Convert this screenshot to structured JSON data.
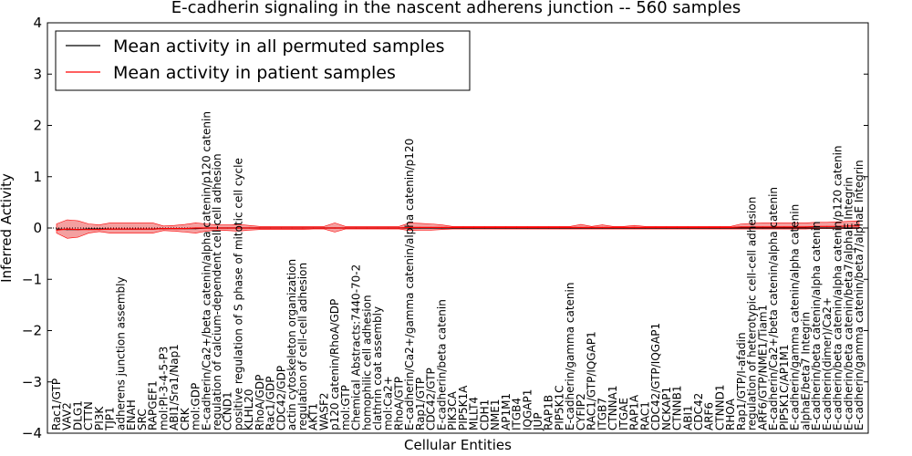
{
  "chart_data": {
    "type": "line",
    "title": "E-cadherin signaling in the nascent adherens junction -- 560 samples",
    "xlabel": "Cellular Entities",
    "ylabel": "Inferred Activity",
    "ylim": [
      -4,
      4
    ],
    "yticks": [
      -4,
      -3,
      -2,
      -1,
      0,
      1,
      2,
      3,
      4
    ],
    "grid": false,
    "legend_position": "top-left",
    "colors": {
      "permuted": "#000000",
      "patient": "#ff0000",
      "band": "#f08080"
    },
    "categories": [
      "Rac1/GTP",
      "VAV2",
      "DLG1",
      "CTTN",
      "PI3K",
      "TJP1",
      "adherens junction assembly",
      "ENAH",
      "SRC",
      "RAPGEF1",
      "mol:PI-3-4-5-P3",
      "ABI1/Sra1/Nap1",
      "CRK",
      "mol:GDP",
      "E-cadherin/Ca2+/beta catenin/alpha catenin/p120 catenin",
      "regulation of calcium-dependent cell-cell adhesion",
      "CCND1",
      "positive regulation of S phase of mitotic cell cycle",
      "KLHL20",
      "RhoA/GDP",
      "Rac1/GDP",
      "CDC42/GDP",
      "actin cytoskeleton organization",
      "regulation of cell-cell adhesion",
      "AKT1",
      "WASF2",
      "p120 catenin/RhoA/GDP",
      "mol:GTP",
      "Chemical Abstracts:7440-70-2",
      "homophilic cell adhesion",
      "clathrin coat assembly",
      "mol:Ca2+",
      "RhoA/GTP",
      "E-cadherin/Ca2+/gamma catenin/alpha catenin/p120",
      "Rap1/GTP",
      "CDC42/GTP",
      "E-cadherin/beta catenin",
      "PIK3CA",
      "PIP5K1A",
      "MLLT4",
      "CDH1",
      "NME1",
      "AP1M1",
      "ITGB4",
      "IQGAP1",
      "JUP",
      "RAP1B",
      "PIP5K1C",
      "E-cadherin/gamma catenin",
      "CYFIP2",
      "RAC1/GTP/IQGAP1",
      "ITGB7",
      "CTNNA1",
      "ITGAE",
      "RAP1A",
      "RAC1",
      "CDC42/GTP/IQGAP1",
      "NCKAP1",
      "CTNNB1",
      "ABI1",
      "CDC42",
      "ARF6",
      "CTNND1",
      "RHOA",
      "Rap1/GTP/I-afadin",
      "regulation of heterotypic cell-cell adhesion",
      "ARF6/GTP/NME1/Tiam1",
      "E-cadherin/Ca2+/beta catenin/alpha catenin",
      "PIP5K1C/AP1M1",
      "E-cadherin/gamma catenin/alpha catenin",
      "alphaE/beta7 Integrin",
      "E-cadherin/beta catenin/alpha catenin",
      "E-cadherin(dimer)/Ca2+",
      "E-cadherin/beta catenin/alpha catenin/p120 catenin",
      "E-cadherin/beta catenin/beta7/alphaE Integrin",
      "E-cadherin/gamma catenin/beta7/alphaE Integrin"
    ],
    "series": [
      {
        "name": "Mean activity in all permuted samples",
        "values": [
          -0.02,
          -0.03,
          -0.03,
          -0.02,
          -0.02,
          -0.02,
          -0.02,
          -0.02,
          -0.02,
          -0.02,
          -0.01,
          -0.01,
          -0.01,
          -0.01,
          0.0,
          0.0,
          0.0,
          0.0,
          0.0,
          0.0,
          0.0,
          0.0,
          0.0,
          0.0,
          0.0,
          0.0,
          0.0,
          0.0,
          0.0,
          0.0,
          0.0,
          0.0,
          0.0,
          0.0,
          0.0,
          0.0,
          0.0,
          0.0,
          0.0,
          0.0,
          0.0,
          0.0,
          0.0,
          0.0,
          0.0,
          0.0,
          0.0,
          0.0,
          0.0,
          0.0,
          0.0,
          0.0,
          0.0,
          0.0,
          0.0,
          0.0,
          0.0,
          0.0,
          0.0,
          0.0,
          0.0,
          0.0,
          0.0,
          0.0,
          0.0,
          0.0,
          0.0,
          0.0,
          0.0,
          0.0,
          0.0,
          0.0,
          0.0,
          0.0,
          0.0,
          0.0
        ]
      },
      {
        "name": "Mean activity in patient samples",
        "values": [
          -0.04,
          -0.02,
          -0.03,
          -0.03,
          -0.03,
          -0.02,
          -0.02,
          -0.02,
          -0.02,
          -0.02,
          -0.01,
          -0.01,
          -0.01,
          0.0,
          0.0,
          0.0,
          0.0,
          0.0,
          0.0,
          0.0,
          0.0,
          0.0,
          0.0,
          0.0,
          0.0,
          0.0,
          0.0,
          0.0,
          0.0,
          0.0,
          0.0,
          0.0,
          0.0,
          0.01,
          0.01,
          0.01,
          0.01,
          0.01,
          0.01,
          0.01,
          0.01,
          0.01,
          0.01,
          0.01,
          0.01,
          0.01,
          0.01,
          0.01,
          0.01,
          0.01,
          0.01,
          0.01,
          0.01,
          0.01,
          0.01,
          0.01,
          0.01,
          0.01,
          0.01,
          0.01,
          0.01,
          0.01,
          0.01,
          0.01,
          0.02,
          0.02,
          0.02,
          0.02,
          0.02,
          0.02,
          0.02,
          0.03,
          0.03,
          0.03,
          0.04,
          0.04
        ],
        "lower": [
          -0.1,
          -0.2,
          -0.18,
          -0.1,
          -0.07,
          -0.1,
          -0.1,
          -0.1,
          -0.1,
          -0.1,
          -0.05,
          -0.06,
          -0.08,
          -0.1,
          -0.06,
          -0.04,
          -0.05,
          -0.06,
          -0.04,
          -0.03,
          -0.03,
          -0.03,
          -0.03,
          -0.03,
          -0.02,
          -0.02,
          -0.08,
          -0.02,
          -0.02,
          -0.02,
          -0.02,
          -0.02,
          -0.02,
          -0.05,
          -0.04,
          -0.04,
          -0.03,
          -0.02,
          -0.02,
          -0.02,
          -0.02,
          -0.02,
          -0.02,
          -0.02,
          -0.02,
          -0.02,
          -0.02,
          -0.02,
          -0.02,
          -0.02,
          -0.02,
          -0.02,
          -0.02,
          -0.02,
          -0.02,
          -0.02,
          -0.02,
          -0.02,
          -0.02,
          -0.02,
          -0.02,
          -0.02,
          -0.02,
          -0.02,
          -0.02,
          -0.02,
          -0.02,
          -0.02,
          -0.02,
          -0.02,
          -0.02,
          -0.01,
          -0.01,
          -0.01,
          -0.01,
          -0.01
        ],
        "upper": [
          0.08,
          0.16,
          0.14,
          0.08,
          0.06,
          0.1,
          0.1,
          0.1,
          0.1,
          0.1,
          0.04,
          0.05,
          0.07,
          0.1,
          0.08,
          0.06,
          0.06,
          0.07,
          0.05,
          0.03,
          0.03,
          0.03,
          0.03,
          0.03,
          0.03,
          0.03,
          0.1,
          0.03,
          0.03,
          0.03,
          0.03,
          0.03,
          0.03,
          0.1,
          0.09,
          0.08,
          0.06,
          0.03,
          0.03,
          0.03,
          0.03,
          0.03,
          0.03,
          0.03,
          0.03,
          0.03,
          0.03,
          0.03,
          0.03,
          0.07,
          0.03,
          0.06,
          0.03,
          0.03,
          0.05,
          0.03,
          0.03,
          0.03,
          0.03,
          0.03,
          0.03,
          0.03,
          0.03,
          0.03,
          0.08,
          0.09,
          0.1,
          0.1,
          0.1,
          0.1,
          0.1,
          0.11,
          0.11,
          0.12,
          0.13,
          0.14
        ]
      }
    ]
  }
}
